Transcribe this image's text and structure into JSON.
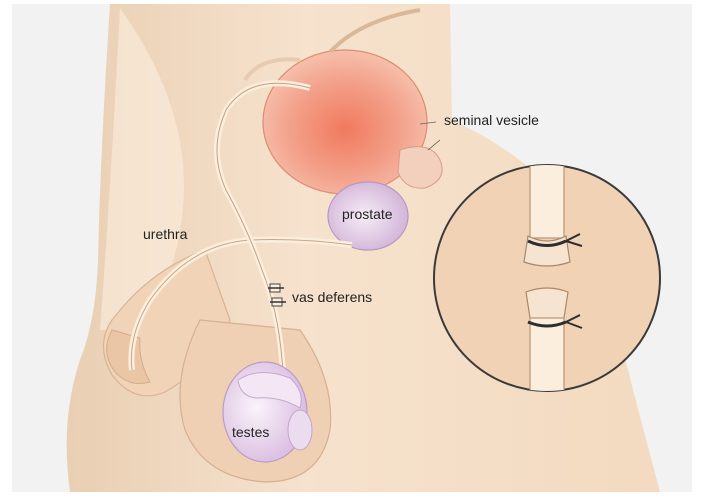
{
  "labels": {
    "seminal_vesicle": "seminal vesicle",
    "prostate": "prostate",
    "urethra": "urethra",
    "vas_deferens": "vas deferens",
    "testes": "testes"
  },
  "colors": {
    "skin": "#f3dcc4",
    "skin_shadow": "#e8c9aa",
    "bladder": "#ef9a80",
    "bladder_light": "#f9d6c4",
    "prostate": "#e6cde8",
    "testes": "#e9d6ec",
    "duct": "#fbeedd",
    "duct_stroke": "#c9a88a",
    "inset_bg": "#f1d2b4",
    "inset_border": "#3a3a3a",
    "ligature": "#333333",
    "frame": "#d9d9d9"
  },
  "icons": [
    "diagram-illustration"
  ]
}
